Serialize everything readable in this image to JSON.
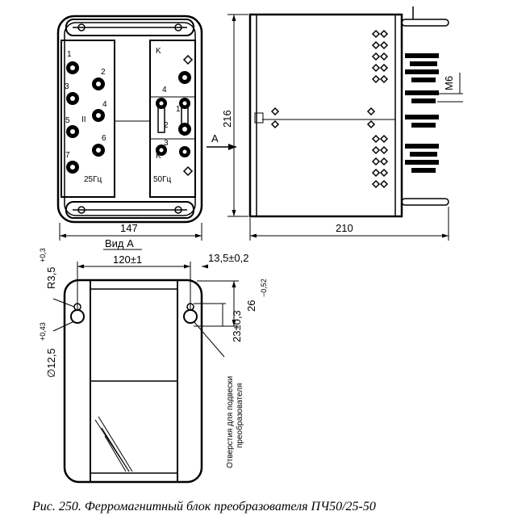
{
  "front_view": {
    "terminals_left": [
      "1",
      "2",
      "3",
      "4",
      "5",
      "6",
      "7"
    ],
    "roman_label": "II",
    "freq_left": "25Гц",
    "right_labels": [
      "K",
      "4",
      "1",
      "2",
      "3",
      "K"
    ],
    "freq_right": "50Гц",
    "width_dim": "147"
  },
  "side_view": {
    "height_dim": "216",
    "depth_dim": "210",
    "thread": "M6",
    "arrow_label": "A"
  },
  "view_a": {
    "title": "Вид А",
    "dim_width": "120±1",
    "dim_offset": "13,5±0,2",
    "dim_radius": "R3,5",
    "dim_radius_tol": "+0,3",
    "dim_diameter": "∅12,5",
    "dim_diameter_tol": "+0,43",
    "dim_height": "26",
    "dim_height_tol": "−0,52",
    "dim_hole": "23±0,3",
    "note_line1": "Отверстия для подвески",
    "note_line2": "преобразователя"
  },
  "caption": "Рис. 250. Ферромагнитный блок преобразователя ПЧ50/25-50"
}
